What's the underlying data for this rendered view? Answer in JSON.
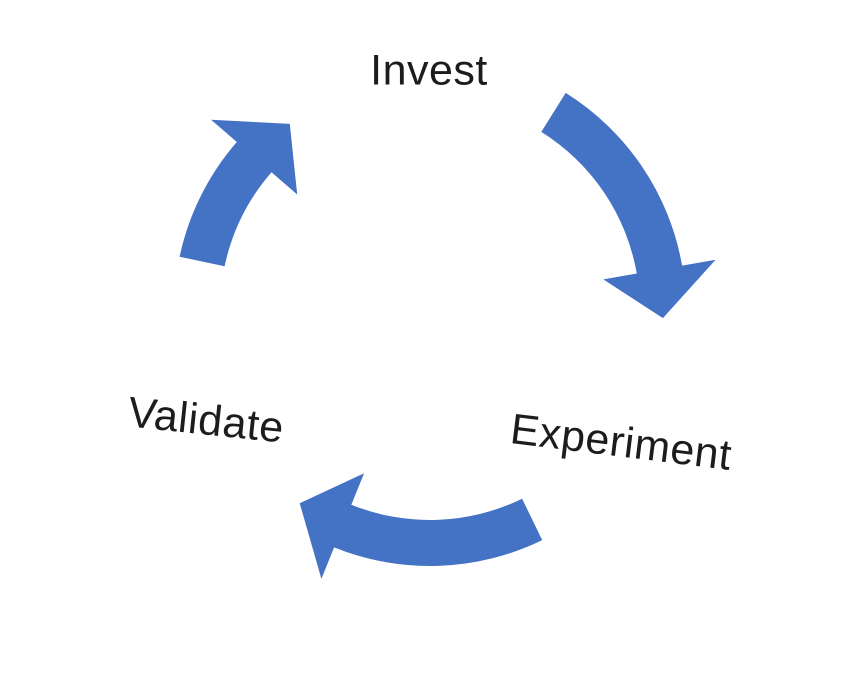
{
  "diagram": {
    "type": "cycle",
    "background_color": "#ffffff",
    "arrow_color": "#4472C4",
    "text_color": "#1c1c1c",
    "nodes": [
      {
        "label": "Invest",
        "position": "top"
      },
      {
        "label": "Experiment",
        "position": "bottom-right"
      },
      {
        "label": "Validate",
        "position": "bottom-left"
      }
    ],
    "arrows": [
      {
        "name": "invest-to-experiment",
        "from": "Invest",
        "to": "Experiment",
        "side": "right",
        "direction": "clockwise"
      },
      {
        "name": "experiment-to-validate",
        "from": "Experiment",
        "to": "Validate",
        "side": "bottom",
        "direction": "clockwise"
      },
      {
        "name": "validate-to-invest",
        "from": "Validate",
        "to": "Invest",
        "side": "left",
        "direction": "clockwise"
      }
    ]
  }
}
